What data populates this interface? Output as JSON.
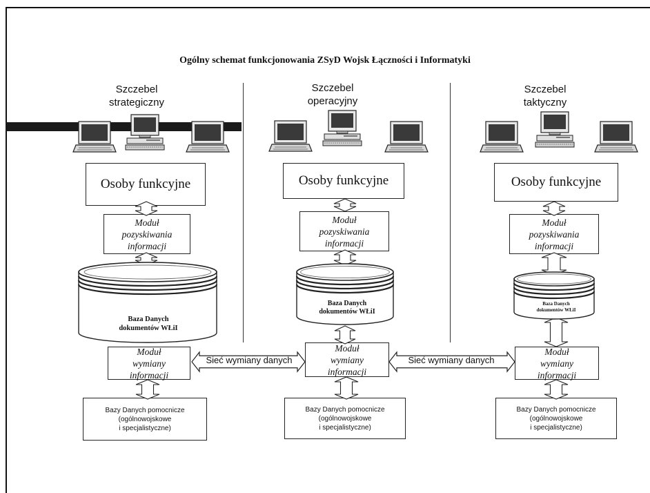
{
  "title": "Ogólny schemat  funkcjonowania  ZSyD Wojsk Łączności i Informatyki",
  "columns": [
    {
      "level": "Szczebel\nstrategiczny",
      "osoby": "Osoby funkcyjne",
      "modul_pozyskiwania": "Moduł\npozyskiwania\ninformacji",
      "baza": "Baza Danych\ndokumentów WŁiI",
      "modul_wymiany": "Moduł\nwymiany\ninformacji",
      "bazy_pomocnicze": "Bazy Danych pomocnicze\n(ogólnowojskowe\ni specjalistyczne)"
    },
    {
      "level": "Szczebel\noperacyjny",
      "osoby": "Osoby funkcyjne",
      "modul_pozyskiwania": "Moduł\npozyskiwania\ninformacji",
      "baza": "Baza Danych\ndokumentów WŁiI",
      "modul_wymiany": "Moduł\nwymiany\ninformacji",
      "bazy_pomocnicze": "Bazy Danych pomocnicze\n(ogólnowojskowe\ni specjalistyczne)"
    },
    {
      "level": "Szczebel\ntaktyczny",
      "osoby": "Osoby funkcyjne",
      "modul_pozyskiwania": "Moduł\npozyskiwania\ninformacji",
      "baza": "Baza Danych\ndokumentów WŁiI",
      "modul_wymiany": "Moduł\nwymiany\ninformacji",
      "bazy_pomocnicze": "Bazy Danych pomocnicze\n(ogólnowojskowe\ni specjalistyczne)"
    }
  ],
  "network": [
    {
      "label": "Sieć wymiany danych"
    },
    {
      "label": "Sieć wymiany danych"
    }
  ],
  "icons": [
    "laptop-icon",
    "desktop-computer-icon",
    "database-cylinder-icon",
    "double-arrow-icon"
  ],
  "colors": {
    "line": "#222222",
    "bar": "#1a1a1a",
    "screen": "#3a3a3a"
  }
}
